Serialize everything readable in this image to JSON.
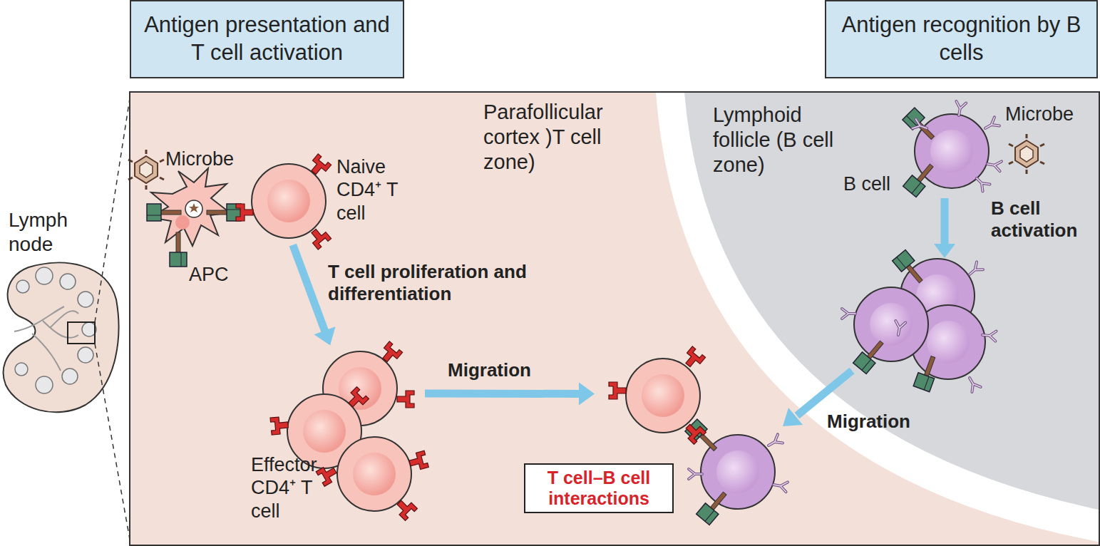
{
  "diagram": {
    "nodes": [
      {
        "text": [
          "Antigen presentation and T cell activation"
        ]
      },
      {
        "text": [
          "Antigen recognition by B cells"
        ]
      },
      {
        "text": [
          "Parafollicular cortex )T cell zone)"
        ]
      },
      {
        "text": [
          "Lymphoid follicle (B cell zone)"
        ],
        "in": 2
      },
      {
        "text": [
          "Naive CD4⁺ T cell"
        ],
        "in": 2
      },
      {
        "text": [
          "Effector CD4⁺ T cell"
        ],
        "in": 2
      },
      {
        "text": [
          "T cell–B cell interactions"
        ],
        "in": 2
      },
      {
        "text": [
          "B cell"
        ],
        "in": 3
      }
    ],
    "edges": [
      {
        "from": 4,
        "to": 5,
        "arrow": "to",
        "label": "T cell proliferation and differentiation"
      },
      {
        "from": 5,
        "to": 6,
        "arrow": "to",
        "label": "Migration"
      }
    ],
    "labels": [
      "Lymph node",
      "Microbe",
      "APC",
      "Microbe",
      "B cell activation",
      "Migration"
    ]
  }
}
